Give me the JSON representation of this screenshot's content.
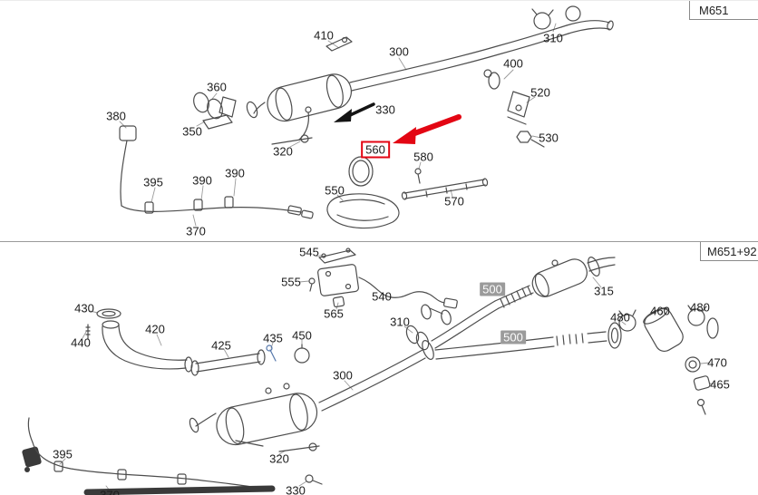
{
  "panels": {
    "top": {
      "tag": "M651",
      "callouts": [
        "410",
        "300",
        "310",
        "400",
        "360",
        "520",
        "380",
        "330",
        "350",
        "530",
        "320",
        "580",
        "395",
        "390",
        "390",
        "550",
        "570",
        "370"
      ],
      "highlight": "560"
    },
    "bottom": {
      "tag": "M651+92",
      "callouts": [
        "545",
        "555",
        "540",
        "565",
        "315",
        "310",
        "480",
        "460",
        "480",
        "430",
        "420",
        "440",
        "425",
        "435",
        "450",
        "470",
        "300",
        "465",
        "395",
        "320",
        "330",
        "370"
      ],
      "selected": [
        "500",
        "500"
      ]
    }
  },
  "annotations": {
    "red_arrow_points_to": "560",
    "black_arrow_near": "330"
  },
  "colors": {
    "highlight_red": "#e30613",
    "selected_label_bg": "#9b9b9b",
    "drawing_line": "#4d4d4d",
    "panel_border": "#8a8a8a"
  }
}
